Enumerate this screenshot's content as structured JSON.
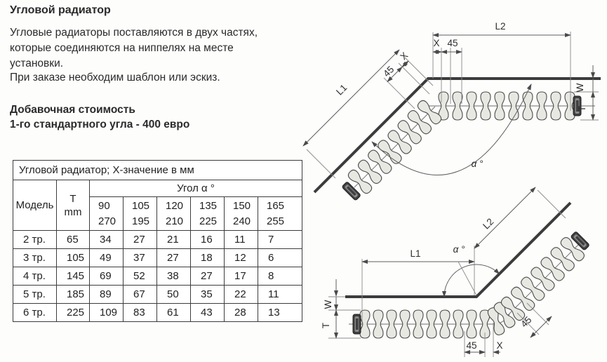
{
  "page": {
    "title": "Угловой радиатор",
    "para1_l1": "Угловые радиаторы поставляются в двух частях,",
    "para1_l2": "которые соединяются на ниппелях на месте",
    "para1_l3": "установки.",
    "para2": "При заказе необходим шаблон или эскиз.",
    "cost_l1": "Добавочная стоимость",
    "cost_l2": "1-го стандартного угла -  400 евро"
  },
  "table": {
    "title": "Угловой радиатор; X-значение в мм",
    "col_model": "Модель",
    "col_t": "T",
    "col_t_unit": "mm",
    "col_angle": "Угол α °",
    "angle_pairs": [
      [
        "90",
        "270"
      ],
      [
        "105",
        "195"
      ],
      [
        "120",
        "210"
      ],
      [
        "135",
        "225"
      ],
      [
        "150",
        "240"
      ],
      [
        "165",
        "255"
      ]
    ],
    "rows": [
      {
        "model": "2 тр.",
        "t": "65",
        "values": [
          "34",
          "27",
          "21",
          "16",
          "11",
          "7"
        ]
      },
      {
        "model": "3 тр.",
        "t": "105",
        "values": [
          "49",
          "37",
          "27",
          "18",
          "12",
          "6"
        ]
      },
      {
        "model": "4 тр.",
        "t": "145",
        "values": [
          "69",
          "52",
          "38",
          "27",
          "17",
          "8"
        ]
      },
      {
        "model": "5 тр.",
        "t": "185",
        "values": [
          "89",
          "67",
          "50",
          "35",
          "22",
          "11"
        ]
      },
      {
        "model": "6 тр.",
        "t": "225",
        "values": [
          "109",
          "83",
          "61",
          "43",
          "28",
          "13"
        ]
      }
    ]
  },
  "diagram": {
    "labels": {
      "l1": "L1",
      "l2": "L2",
      "x": "X",
      "n45": "45",
      "w": "W",
      "t": "T",
      "alpha": "α °"
    }
  }
}
